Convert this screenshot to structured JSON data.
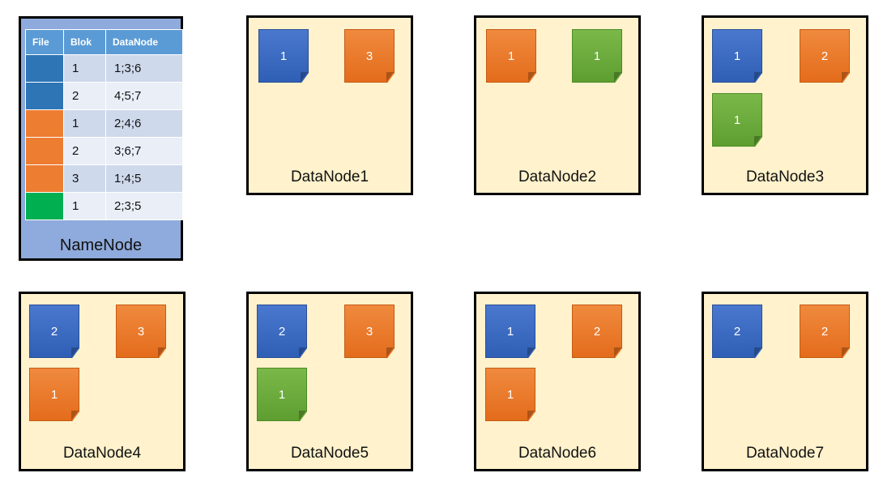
{
  "colors": {
    "file_blue": "#2e75b6",
    "file_orange": "#ed7d31",
    "file_green": "#00b050",
    "node_bg": "#fff2cc",
    "namenode_bg": "#8faadc"
  },
  "namenode": {
    "label": "NameNode",
    "headers": {
      "file": "File",
      "blok": "Blok",
      "datanode": "DataNode"
    },
    "rows": [
      {
        "file_color": "blue",
        "blok": "1",
        "datanode": "1;3;6"
      },
      {
        "file_color": "blue",
        "blok": "2",
        "datanode": "4;5;7"
      },
      {
        "file_color": "orange",
        "blok": "1",
        "datanode": "2;4;6"
      },
      {
        "file_color": "orange",
        "blok": "2",
        "datanode": "3;6;7"
      },
      {
        "file_color": "orange",
        "blok": "3",
        "datanode": "1;4;5"
      },
      {
        "file_color": "green",
        "blok": "1",
        "datanode": "2;3;5"
      }
    ]
  },
  "datanodes": [
    {
      "label": "DataNode1",
      "blocks": [
        {
          "color": "blue",
          "num": "1"
        },
        {
          "color": "orange",
          "num": "3"
        }
      ]
    },
    {
      "label": "DataNode2",
      "blocks": [
        {
          "color": "orange",
          "num": "1"
        },
        {
          "color": "green",
          "num": "1"
        }
      ]
    },
    {
      "label": "DataNode3",
      "blocks": [
        {
          "color": "blue",
          "num": "1"
        },
        {
          "color": "orange",
          "num": "2"
        },
        {
          "color": "green",
          "num": "1"
        }
      ]
    },
    {
      "label": "DataNode4",
      "blocks": [
        {
          "color": "blue",
          "num": "2"
        },
        {
          "color": "orange",
          "num": "3"
        },
        {
          "color": "orange",
          "num": "1"
        }
      ]
    },
    {
      "label": "DataNode5",
      "blocks": [
        {
          "color": "blue",
          "num": "2"
        },
        {
          "color": "orange",
          "num": "3"
        },
        {
          "color": "green",
          "num": "1"
        }
      ]
    },
    {
      "label": "DataNode6",
      "blocks": [
        {
          "color": "blue",
          "num": "1"
        },
        {
          "color": "orange",
          "num": "2"
        },
        {
          "color": "orange",
          "num": "1"
        }
      ]
    },
    {
      "label": "DataNode7",
      "blocks": [
        {
          "color": "blue",
          "num": "2"
        },
        {
          "color": "orange",
          "num": "2"
        }
      ]
    }
  ]
}
